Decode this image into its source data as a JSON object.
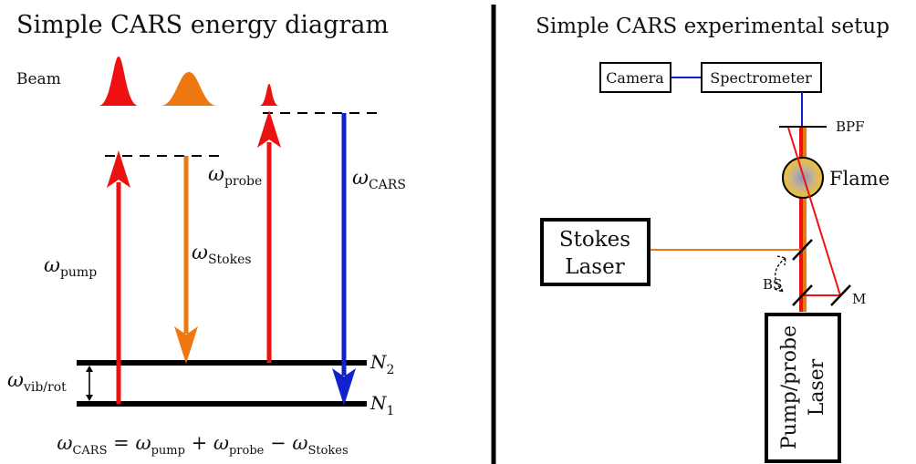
{
  "left_panel": {
    "title": "Simple CARS energy diagram",
    "beam_label": "Beam",
    "omega": "ω",
    "pump_sub": "pump",
    "stokes_sub": "Stokes",
    "probe_sub": "probe",
    "cars_sub": "CARS",
    "vibrot_sub": "vib/rot",
    "level_upper": "N",
    "level_upper_sub": "2",
    "level_lower": "N",
    "level_lower_sub": "1",
    "equation": {
      "lhs_sub": "CARS",
      "eq": " = ",
      "t1_sub": "pump",
      "plus": " + ",
      "t2_sub": "probe",
      "minus": " − ",
      "t3_sub": "Stokes"
    }
  },
  "right_panel": {
    "title": "Simple CARS experimental setup",
    "camera": "Camera",
    "spectrometer": "Spectrometer",
    "bpf": "BPF",
    "flame": "Flame",
    "stokes_laser_line1": "Stokes",
    "stokes_laser_line2": "Laser",
    "bs": "BS",
    "mirror": "M",
    "pump_laser_line1": "Pump/probe",
    "pump_laser_line2": "Laser"
  },
  "colors": {
    "pump": "#ee1111",
    "stokes": "#ee7711",
    "cars": "#1122cc",
    "ink": "#000000",
    "flame_outer": "#f2c22a",
    "flame_core": "#8d96c4"
  }
}
